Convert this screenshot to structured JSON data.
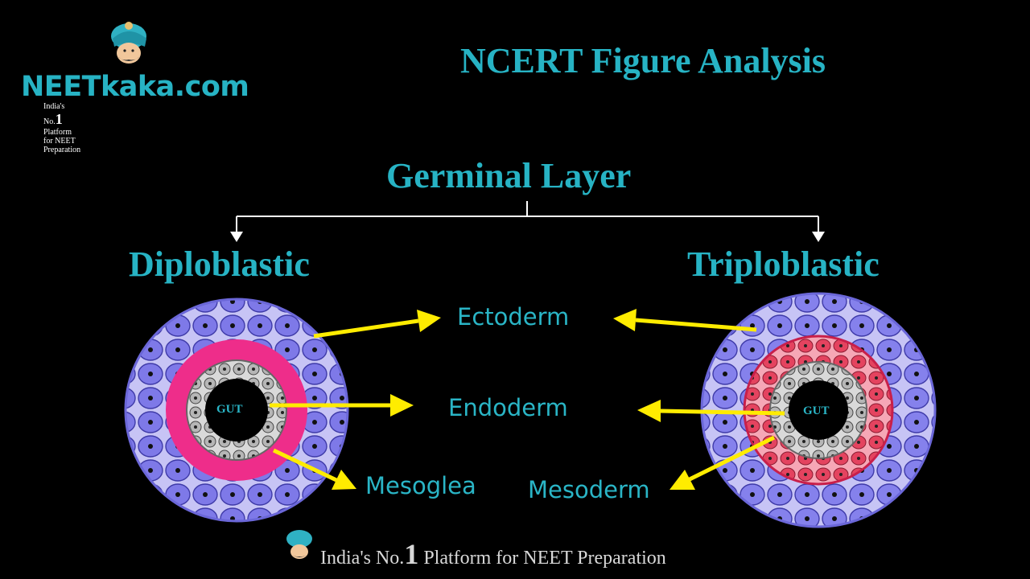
{
  "brand": {
    "name": "NEETkaka.com",
    "tagline_pre": "India's No.",
    "tagline_num": "1",
    "tagline_post": " Platform for NEET Preparation"
  },
  "title": "NCERT Figure Analysis",
  "root": "Germinal Layer",
  "branches": {
    "left": "Diploblastic",
    "right": "Triploblastic"
  },
  "diploblastic": {
    "center_label": "GUT",
    "arrows": [
      "Ectoderm",
      "Endoderm",
      "Mesoglea"
    ]
  },
  "triploblastic": {
    "center_label": "GUT",
    "arrows": [
      "Ectoderm",
      "Endoderm",
      "Mesoderm"
    ]
  },
  "layers": {
    "ectoderm": "Ectoderm",
    "endoderm": "Endoderm",
    "mesoglea": "Mesoglea",
    "mesoderm": "Mesoderm"
  },
  "footer": {
    "pre": "India's No.",
    "num": "1",
    "post": " Platform for NEET Preparation"
  },
  "colors": {
    "background": "#000000",
    "accent": "#2ab5c6",
    "arrow": "#ffec00",
    "ectoderm_cell": "#7b76e8",
    "mesoglea_ring": "#ee2d8a",
    "mesoderm_ring": "#e0395f",
    "endoderm_cell": "#9a9a9a"
  },
  "icons": [
    "turban-mascot-icon"
  ]
}
